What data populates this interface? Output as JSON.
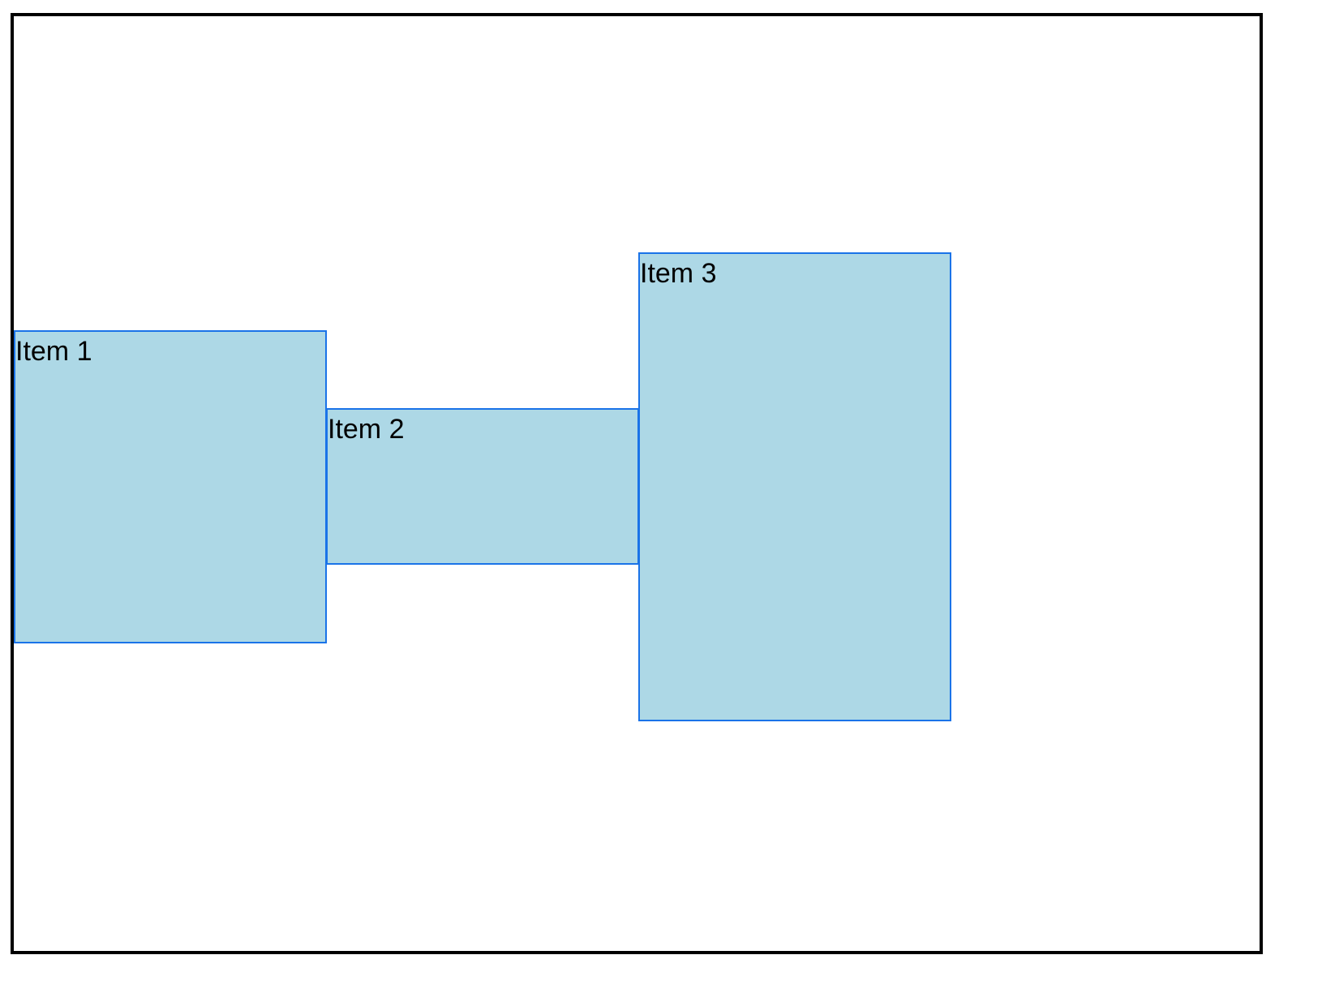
{
  "colors": {
    "container_border": "#000000",
    "item_fill": "#add8e6",
    "item_border": "#1a73e8",
    "background": "#ffffff"
  },
  "items": [
    {
      "label": "Item 1"
    },
    {
      "label": "Item 2"
    },
    {
      "label": "Item 3"
    }
  ]
}
